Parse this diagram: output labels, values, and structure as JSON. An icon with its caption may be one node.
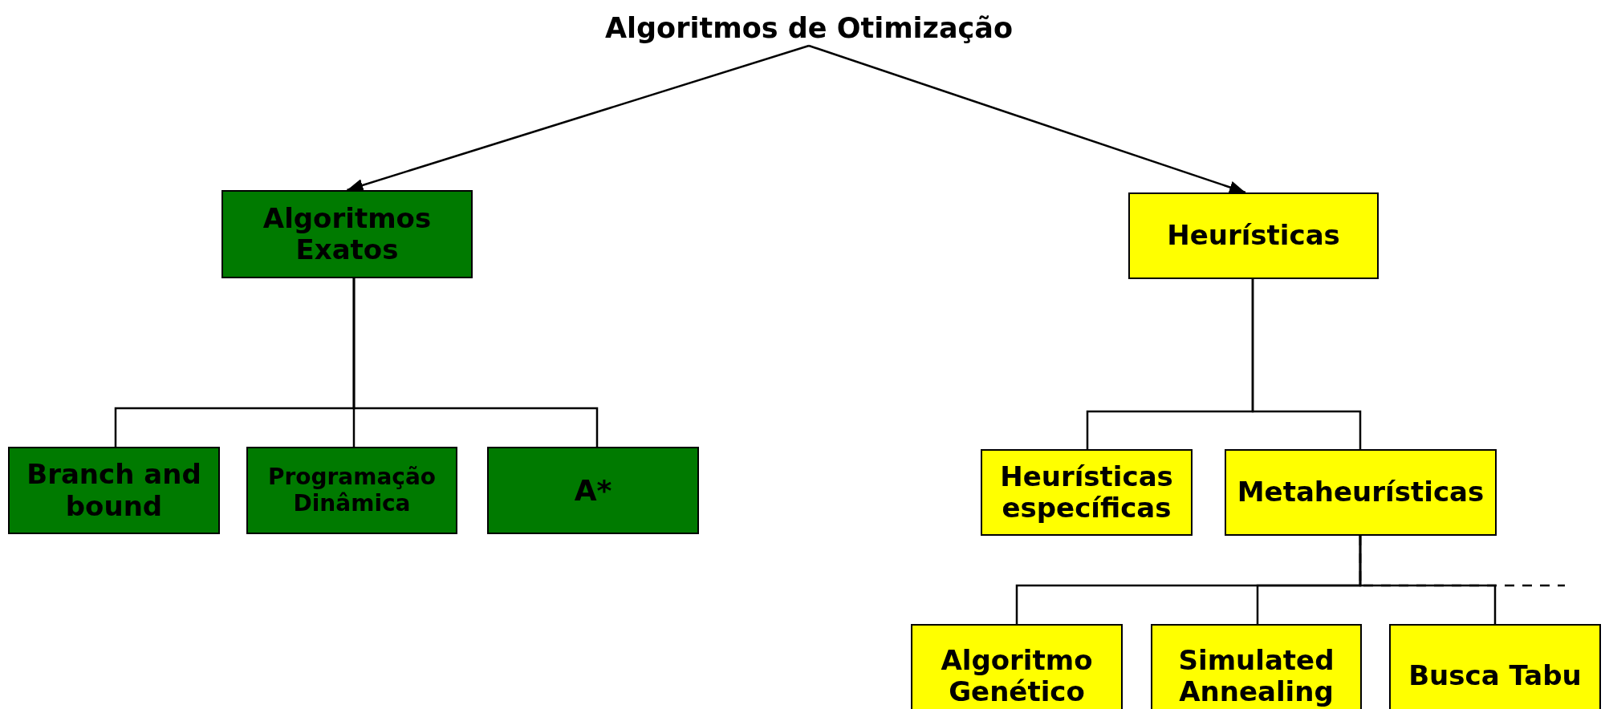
{
  "diagram": {
    "nodes": [
      {
        "text": [
          "Algoritmos de Otimização"
        ]
      },
      {
        "text": [
          "Algoritmos Exatos"
        ]
      },
      {
        "text": [
          "Heurísticas"
        ]
      },
      {
        "text": [
          "Branch and bound"
        ]
      },
      {
        "text": [
          "Programação Dinâmica"
        ]
      },
      {
        "text": [
          "A*"
        ]
      },
      {
        "text": [
          "Heurísticas específicas"
        ]
      },
      {
        "text": [
          "Metaheurísticas"
        ]
      },
      {
        "text": [
          "Algoritmo Genético"
        ]
      },
      {
        "text": [
          "Simulated Annealing"
        ]
      },
      {
        "text": [
          "Busca Tabu"
        ]
      }
    ],
    "edges": [
      {
        "from": 0,
        "to": 1,
        "arrow": "to"
      },
      {
        "from": 0,
        "to": 2,
        "arrow": "to"
      },
      {
        "from": 1,
        "to": 3,
        "arrow": "none"
      },
      {
        "from": 1,
        "to": 4,
        "arrow": "none"
      },
      {
        "from": 1,
        "to": 5,
        "arrow": "none"
      },
      {
        "from": 2,
        "to": 6,
        "arrow": "none"
      },
      {
        "from": 2,
        "to": 7,
        "arrow": "none"
      },
      {
        "from": 7,
        "to": 8,
        "arrow": "none"
      },
      {
        "from": 7,
        "to": 9,
        "arrow": "none"
      },
      {
        "from": 7,
        "to": 10,
        "arrow": "none"
      },
      {
        "from": 7,
        "to": null,
        "arrow": "none",
        "style": "dashed"
      }
    ]
  }
}
